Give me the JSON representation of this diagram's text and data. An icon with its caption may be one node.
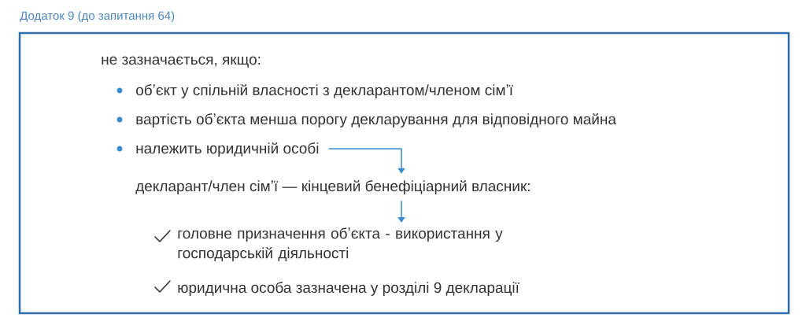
{
  "diagram": {
    "title": "Додаток 9 (до запитання 64)",
    "nodes": [
      {
        "text": [
          "належить юридичній особі"
        ]
      },
      {
        "text": [
          "декларант/член сімʼї — кінцевий бенефіціарний власник:"
        ]
      },
      {
        "text": [
          "головне призначення обʼєкта - використання у господарській діяльності"
        ]
      },
      {
        "text": [
          "юридична особа зазначена у розділі 9 декларації"
        ]
      }
    ],
    "edges": [
      {
        "from": 0,
        "to": 1,
        "arrow": "to"
      },
      {
        "from": 1,
        "to": 2,
        "arrow": "to"
      }
    ],
    "labels": [
      "не зазначається, якщо:",
      "обʼєкт у спільній власності з декларантом/членом сімʼї",
      "вартість обʼєкта менша порогу декларування для відповідного майна"
    ]
  }
}
